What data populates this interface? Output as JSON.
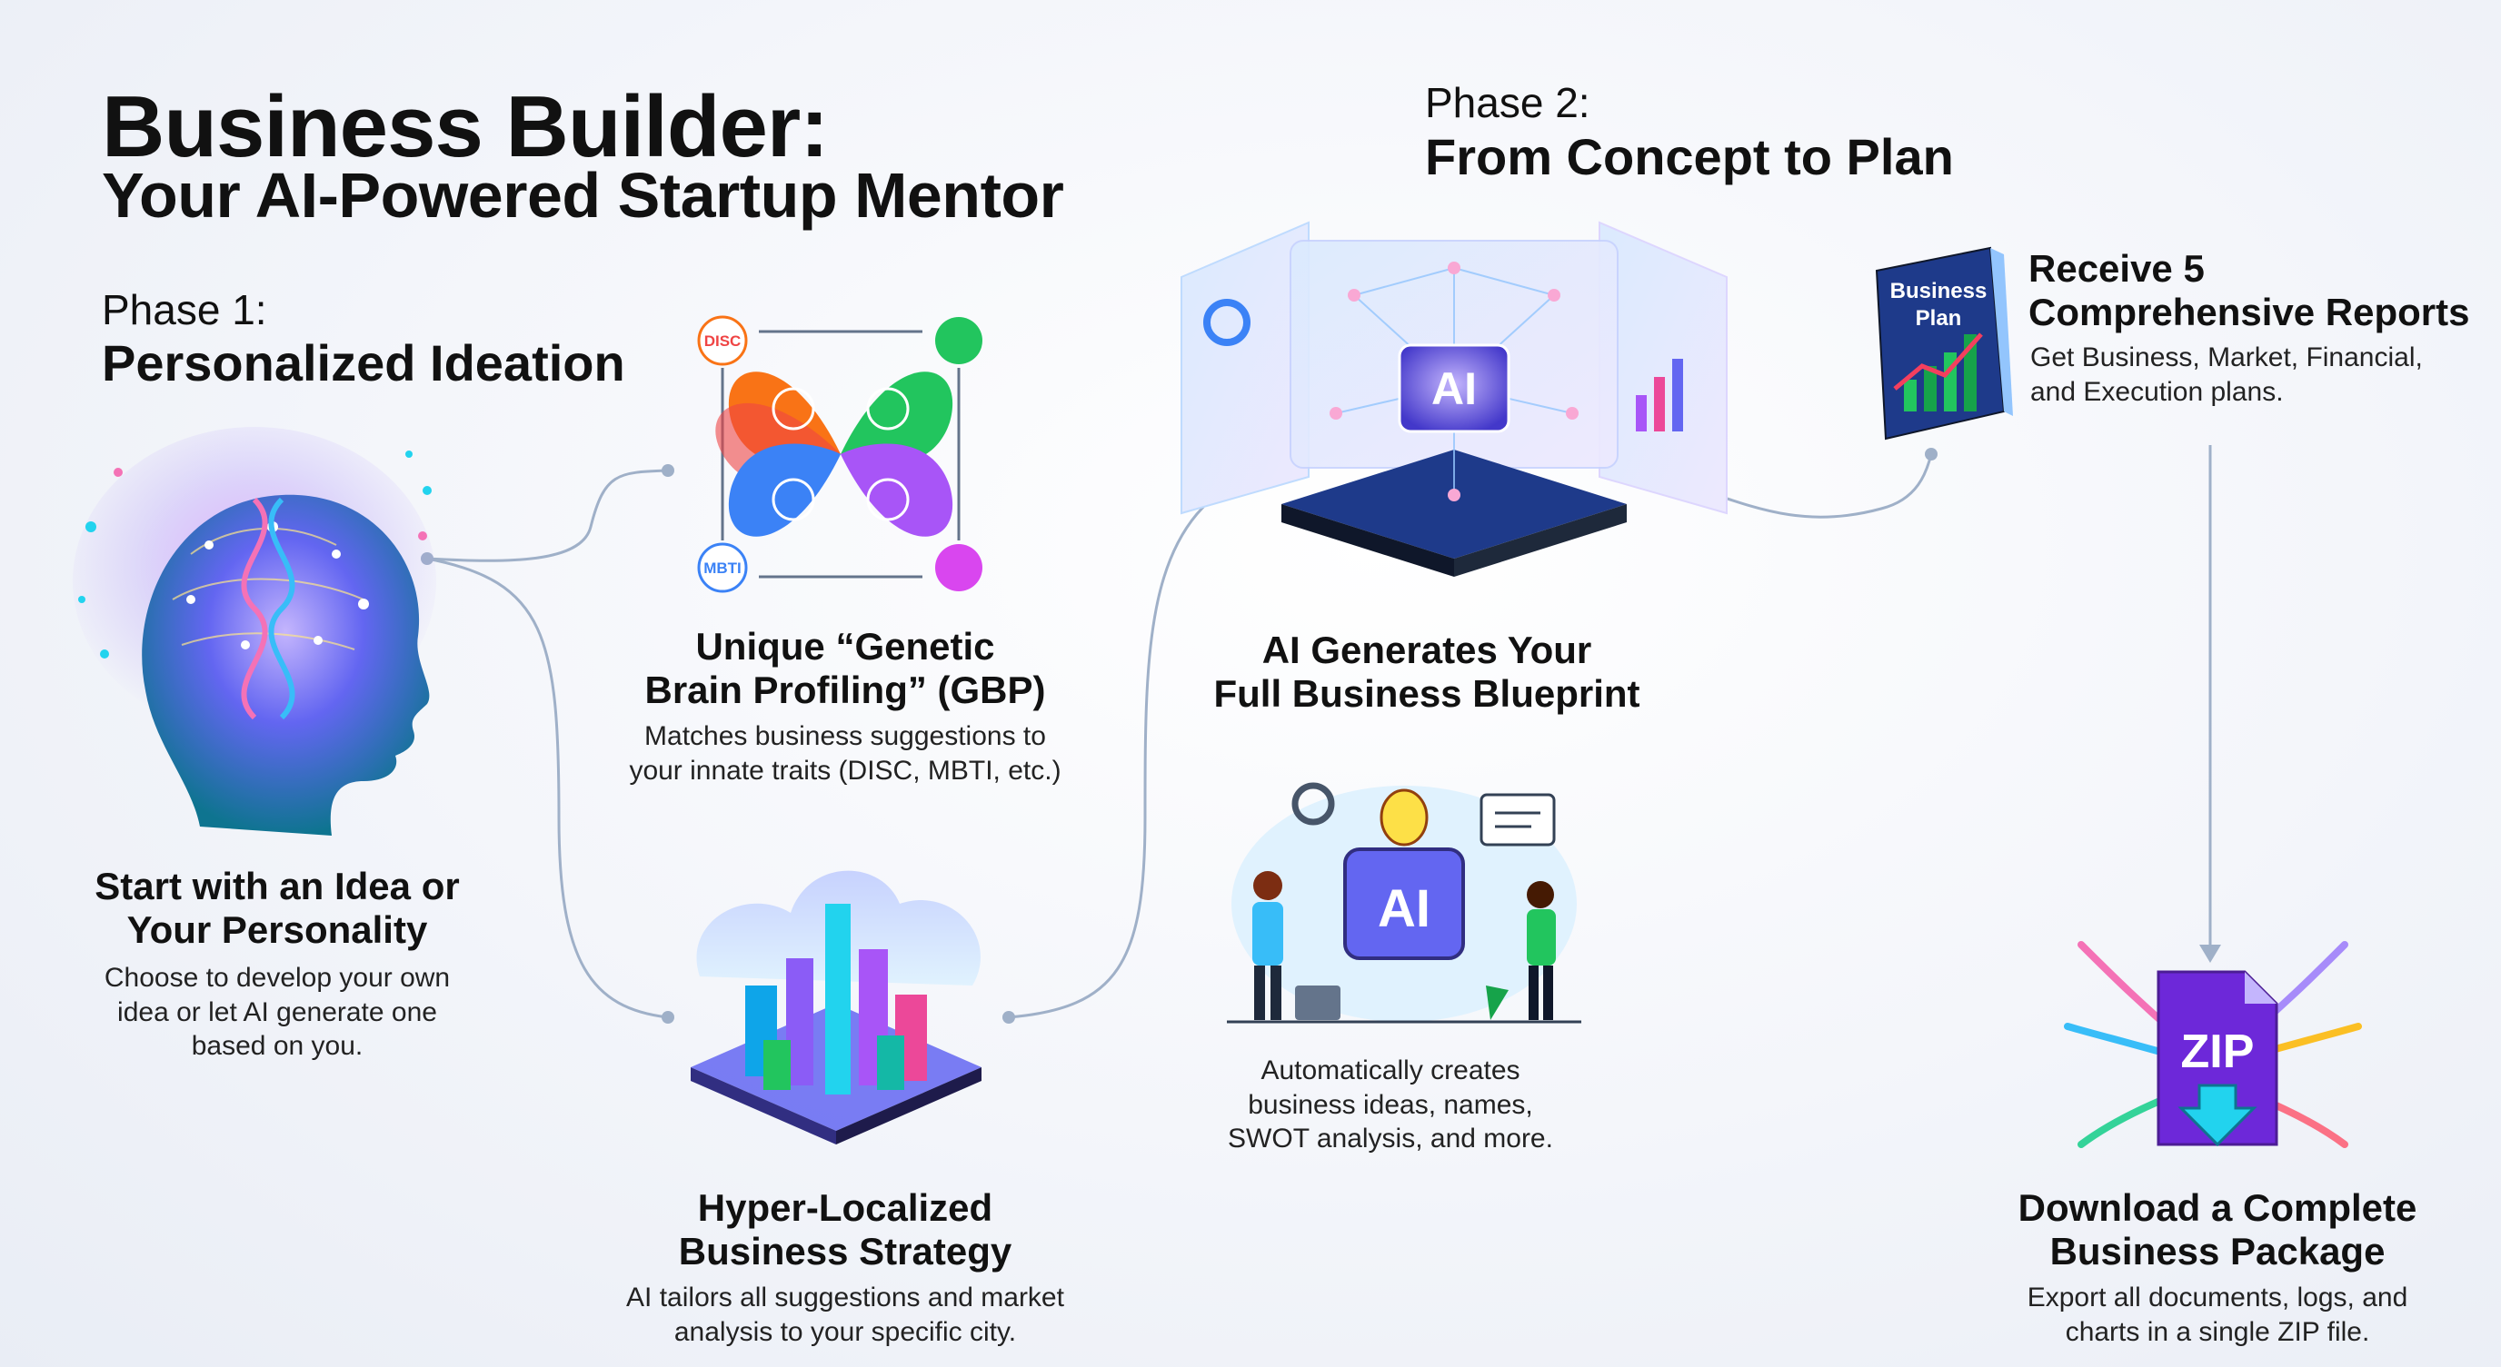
{
  "header": {
    "title": "Business Builder:",
    "subtitle": "Your AI-Powered Startup Mentor"
  },
  "phase1": {
    "label": "Phase 1:",
    "name": "Personalized Ideation"
  },
  "phase2": {
    "label": "Phase 2:",
    "name": "From Concept to Plan"
  },
  "steps": {
    "start": {
      "title_line1": "Start with an Idea or",
      "title_line2": "Your Personality",
      "desc_line1": "Choose to develop your own",
      "desc_line2": "idea or let AI generate one",
      "desc_line3": "based on you."
    },
    "gbp": {
      "title_line1": "Unique “Genetic",
      "title_line2": "Brain Profiling” (GBP)",
      "desc_line1": "Matches business suggestions to",
      "desc_line2": "your innate traits (DISC, MBTI, etc.)",
      "badge_disc": "DISC",
      "badge_mbti": "MBTI"
    },
    "local": {
      "title_line1": "Hyper-Localized",
      "title_line2": "Business Strategy",
      "desc_line1": "AI tailors all suggestions and market",
      "desc_line2": "analysis to your specific city."
    },
    "blueprint": {
      "title_line1": "AI Generates Your",
      "title_line2": "Full Business Blueprint",
      "chip_label": "AI"
    },
    "auto": {
      "desc_line1": "Automatically creates",
      "desc_line2": "business ideas, names,",
      "desc_line3": "SWOT analysis, and more.",
      "chip_label": "AI"
    },
    "reports": {
      "title_line1": "Receive 5",
      "title_line2": "Comprehensive Reports",
      "desc_line1": "Get Business, Market, Financial,",
      "desc_line2": "and Execution plans.",
      "book_line1": "Business",
      "book_line2": "Plan"
    },
    "download": {
      "title_line1": "Download a Complete",
      "title_line2": "Business Package",
      "desc_line1": "Export all documents, logs, and",
      "desc_line2": "charts in a single ZIP file.",
      "file_label": "ZIP"
    }
  },
  "colors": {
    "connector": "#9fb0c8",
    "accent_blue": "#3b82f6",
    "accent_purple": "#8b5cf6",
    "accent_pink": "#ec4899",
    "accent_green": "#22c55e"
  }
}
